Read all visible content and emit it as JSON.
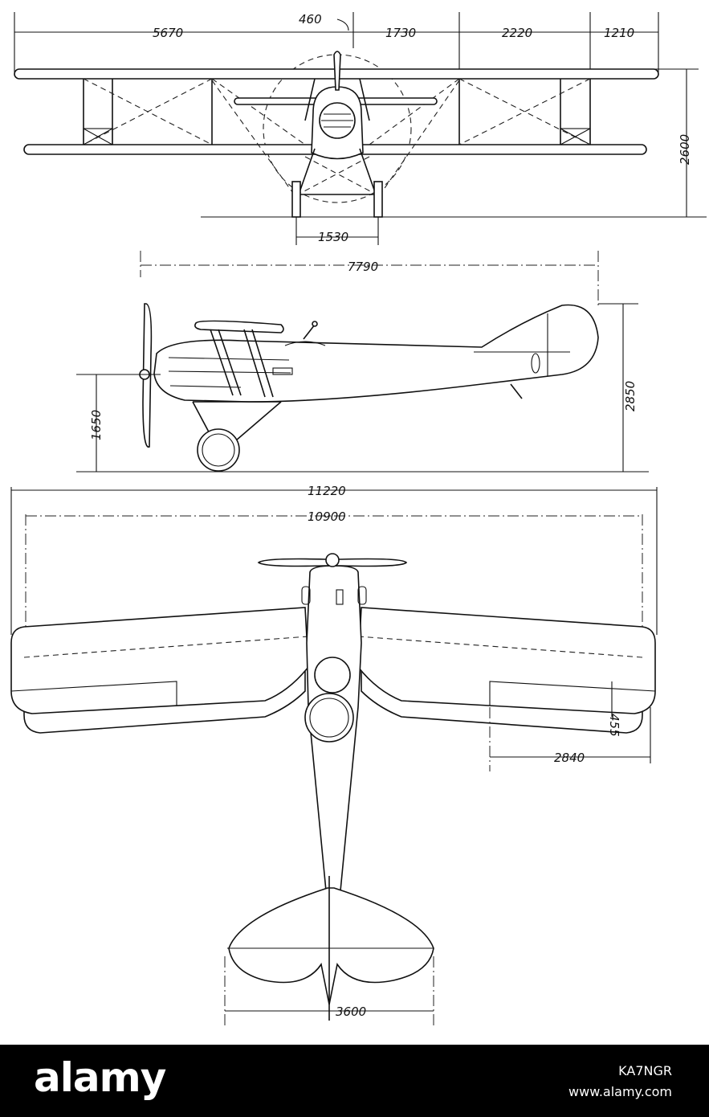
{
  "front_view": {
    "dims": {
      "span_left": "5670",
      "stagger": "460",
      "gap_center": "1730",
      "bay": "2220",
      "tip": "1210",
      "height": "2600",
      "track": "1530"
    }
  },
  "side_view": {
    "dims": {
      "length": "7790",
      "thrust_line": "1650",
      "height": "2850"
    }
  },
  "top_view": {
    "dims": {
      "upper_span": "11220",
      "lower_span": "10900",
      "aileron_chord": "455",
      "aileron_span": "2840",
      "tail_span": "3600"
    }
  },
  "watermark": {
    "brand": "alamy",
    "image_id": "KA7NGR",
    "site": "www.alamy.com"
  }
}
